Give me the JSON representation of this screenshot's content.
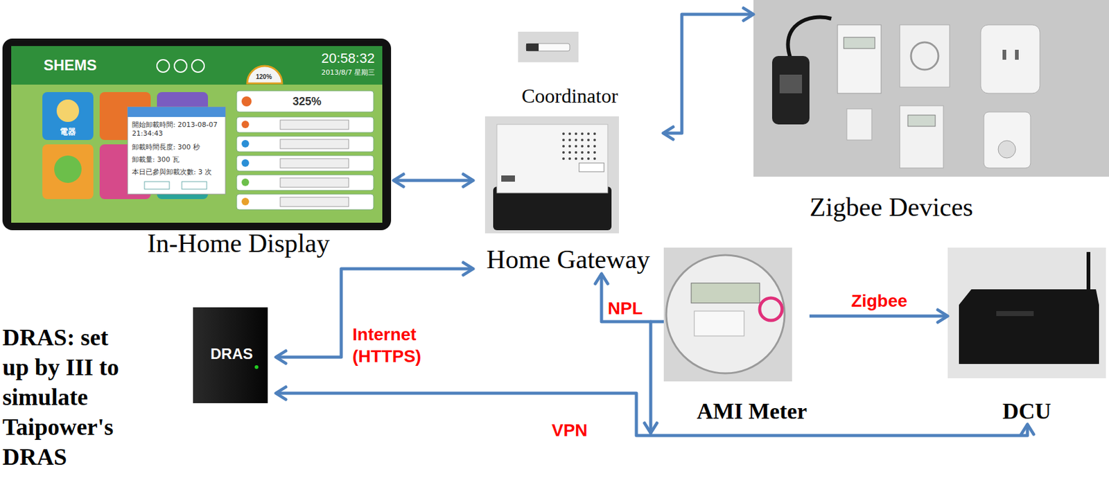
{
  "diagram": {
    "nodes": [
      {
        "text": [
          "In-Home Display"
        ]
      },
      {
        "text": [
          "Coordinator"
        ]
      },
      {
        "text": [
          "Home Gateway"
        ]
      },
      {
        "text": [
          "Zigbee Devices"
        ]
      },
      {
        "text": [
          "DRAS"
        ]
      },
      {
        "text": [
          "AMI Meter"
        ]
      },
      {
        "text": [
          "DCU"
        ]
      }
    ],
    "edges": [
      {
        "from": 0,
        "to": 2,
        "arrow": "both"
      },
      {
        "from": 2,
        "to": 3,
        "arrow": "both"
      },
      {
        "from": 4,
        "to": 2,
        "label": "Internet (HTTPS)",
        "arrow": "both"
      },
      {
        "from": 5,
        "to": 2,
        "label": "NPL",
        "arrow": "to"
      },
      {
        "from": 4,
        "to": 6,
        "label": "VPN",
        "arrow": "both"
      },
      {
        "from": 5,
        "to": 6,
        "label": "Zigbee",
        "arrow": "to"
      }
    ],
    "labels": [
      "DRAS: set up by III to simulate Taipower's DRAS",
      "SHEMS",
      "120%",
      "20:58:32",
      "2013/8/7 星期三",
      "電器",
      "325%",
      "開始卸載時間: 2013-08-07 21:34:43",
      "卸載時間長度: 300 秒",
      "卸載量: 300 瓦",
      "本日已參與卸載次數: 3 次"
    ]
  }
}
